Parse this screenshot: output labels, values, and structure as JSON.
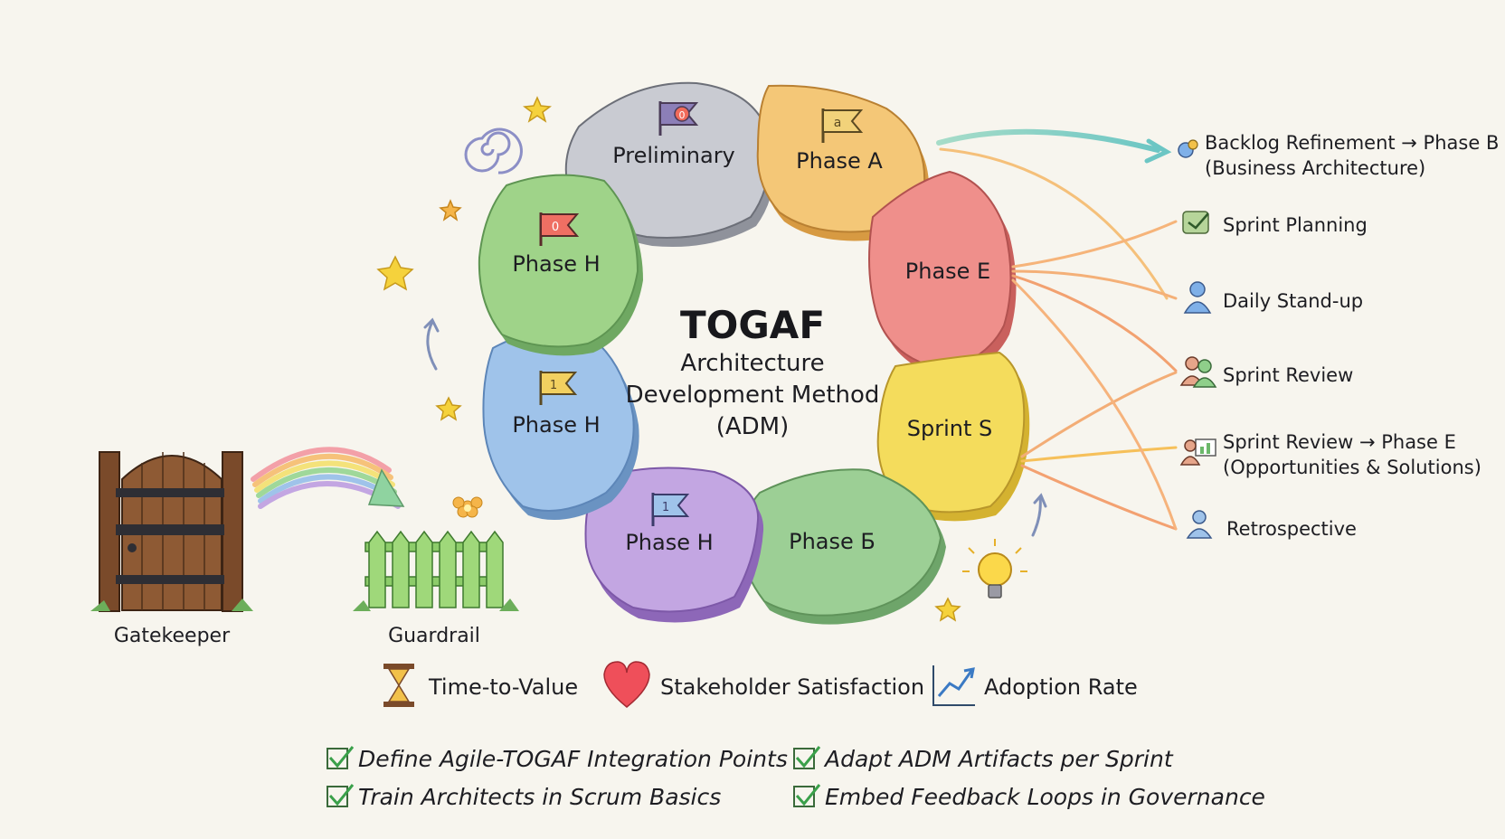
{
  "center": {
    "title": "TOGAF",
    "line1": "Architecture",
    "line2": "Development Method",
    "line3": "(ADM)"
  },
  "phases": [
    {
      "label": "Preliminary",
      "flag_mark": "0",
      "color": "#c9cbd2"
    },
    {
      "label": "Phase A",
      "flag_mark": "a",
      "color": "#f4c777"
    },
    {
      "label": "Phase E",
      "color": "#ef8f8b"
    },
    {
      "label": "Sprint S",
      "color": "#f4dc5c"
    },
    {
      "label": "Phase Б",
      "color": "#9ccf95"
    },
    {
      "label": "Phase H",
      "flag_mark": "1",
      "color": "#c3a6e2"
    },
    {
      "label": "Phase H",
      "flag_mark": "1",
      "color": "#9fc3ea"
    },
    {
      "label": "Phase H",
      "flag_mark": "0",
      "color": "#9fd389"
    }
  ],
  "scrum_events": [
    {
      "line1": "Backlog Refinement → Phase B",
      "line2": "(Business Architecture)",
      "icon": "notes-icon"
    },
    {
      "line1": "Sprint Planning",
      "icon": "planning-icon"
    },
    {
      "line1": "Daily Stand-up",
      "icon": "person-icon"
    },
    {
      "line1": "Sprint Review",
      "icon": "team-icon"
    },
    {
      "line1": "Sprint Review → Phase E",
      "line2": "(Opportunities & Solutions)",
      "icon": "presentation-icon"
    },
    {
      "line1": "Retrospective",
      "icon": "person-icon"
    }
  ],
  "gatekeeper": {
    "label": "Gatekeeper"
  },
  "guardrail": {
    "label": "Guardrail"
  },
  "metrics": [
    {
      "label": "Time-to-Value",
      "icon": "hourglass-icon"
    },
    {
      "label": "Stakeholder Satisfaction",
      "icon": "heart-icon"
    },
    {
      "label": "Adoption Rate",
      "icon": "trend-chart-icon"
    }
  ],
  "checklist": [
    {
      "label": "Define Agile-TOGAF Integration Points",
      "checked": true
    },
    {
      "label": "Adapt ADM Artifacts per Sprint",
      "checked": true
    },
    {
      "label": "Train Architects in Scrum Basics",
      "checked": true
    },
    {
      "label": "Embed Feedback Loops in Governance",
      "checked": true
    }
  ]
}
